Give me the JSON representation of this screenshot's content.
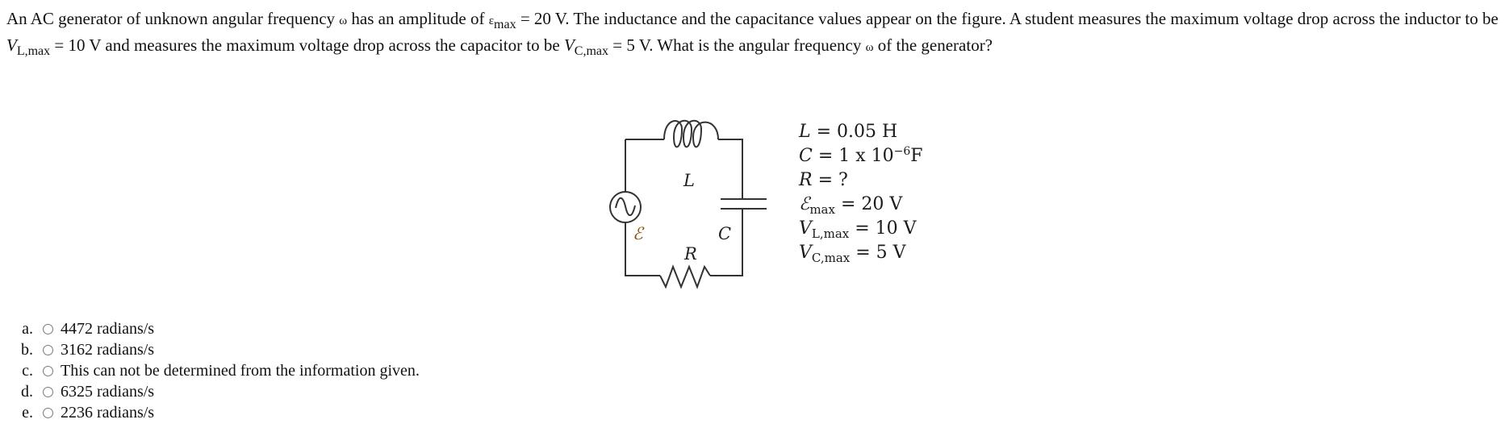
{
  "question": {
    "part1": "An AC generator of unknown angular frequency ",
    "omega": "ω",
    "part2": " has an amplitude of ",
    "eps": "ε",
    "eps_sub": "max",
    "part3": " = 20 V. The inductance and the capacitance values appear on the figure. A student measures the maximum voltage drop across the inductor to be ",
    "vl": "V",
    "vl_sub": "L,max",
    "part4": " = 10 V and measures the maximum voltage drop across the capacitor to be ",
    "vc": "V",
    "vc_sub": "C,max",
    "part5": " = 5 V. What is the angular frequency ",
    "omega2": "ω",
    "part6": " of the generator?"
  },
  "figure": {
    "labels": {
      "inductor": "L",
      "emf": "ℰ",
      "capacitor": "C",
      "resistor": "R"
    },
    "params": [
      {
        "sym": "L",
        "sub": "",
        "rest": " = 0.05 H"
      },
      {
        "sym": "C",
        "sub": "",
        "rest": " = 1 x 10",
        "sup": "−6",
        "unit": "F"
      },
      {
        "sym": "R",
        "sub": "",
        "rest": " = ?"
      },
      {
        "sym": "ℰ",
        "sub": "max",
        "rest": " = 20 V"
      },
      {
        "sym": "V",
        "sub": "L,max",
        "rest": " = 10 V"
      },
      {
        "sym": "V",
        "sub": "C,max",
        "rest": " = 5 V"
      }
    ]
  },
  "options": [
    {
      "letter": "a.",
      "text": "4472 radians/s"
    },
    {
      "letter": "b.",
      "text": "3162 radians/s"
    },
    {
      "letter": "c.",
      "text": "This can not be determined from the information given."
    },
    {
      "letter": "d.",
      "text": "6325 radians/s"
    },
    {
      "letter": "e.",
      "text": "2236 radians/s"
    }
  ]
}
